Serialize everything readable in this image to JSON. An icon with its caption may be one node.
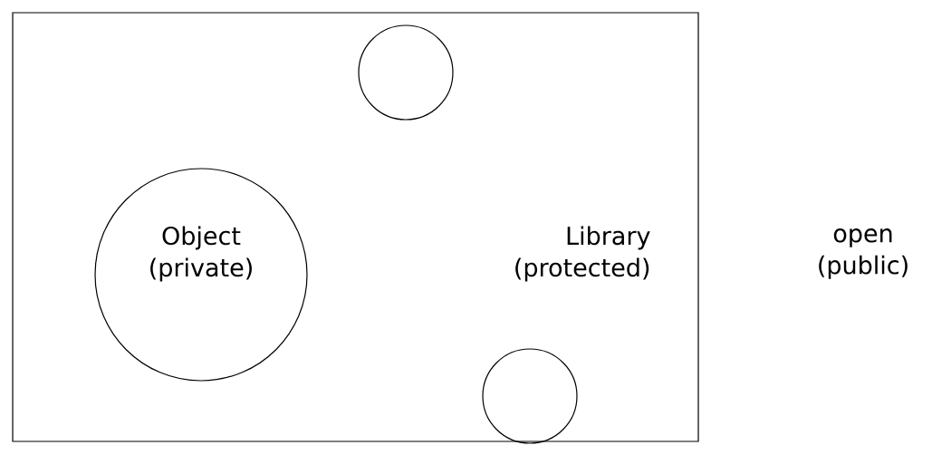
{
  "diagram": {
    "nodes": [
      {
        "text": [
          "Library (protected)"
        ]
      },
      {
        "text": [],
        "shape": "circle",
        "in": 0
      },
      {
        "text": [
          "Object (private)"
        ],
        "in": 0
      },
      {
        "text": [],
        "shape": "circle",
        "in": 0
      }
    ],
    "labels": [
      "open (public)"
    ]
  }
}
